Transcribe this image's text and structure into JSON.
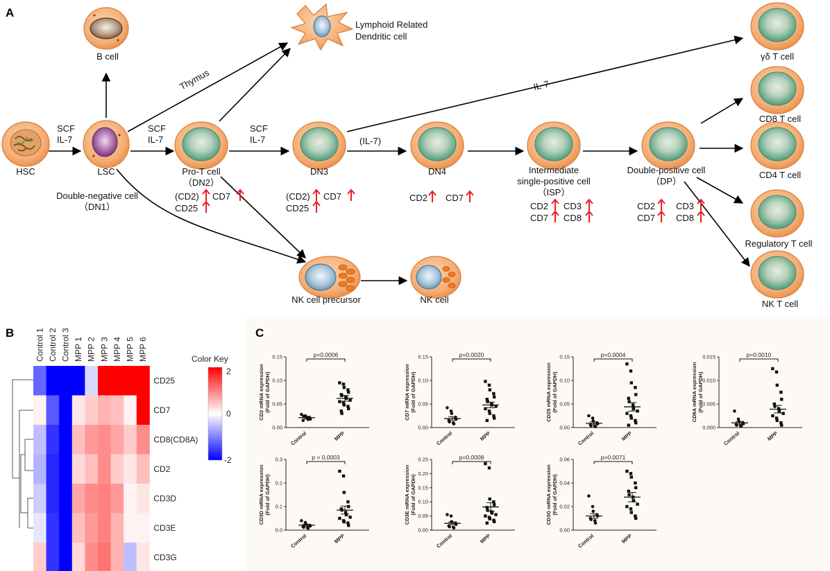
{
  "colors": {
    "cell_fill": "#f4b37e",
    "cell_edge": "#d77f3b",
    "nucleus_green": "#62a98a",
    "arrow_red": "#ee1c24",
    "heat_high": "#ff0000",
    "heat_mid": "#ffffff",
    "heat_low": "#0000ff"
  },
  "panel_labels": {
    "a": "A",
    "b": "B",
    "c": "C"
  },
  "diagram": {
    "cells": {
      "hsc": "HSC",
      "lsc": "LSC",
      "bcell": "B cell",
      "dendritic": [
        "Lymphoid Related",
        "Dendritic cell"
      ],
      "dn2": [
        "Pro-T cell",
        "（DN2）"
      ],
      "dn3": "DN3",
      "dn4": "DN4",
      "isp": [
        "Intermediate",
        "single-positive cell",
        "（ISP）"
      ],
      "dp": [
        "Double-positive cell",
        "（DP）"
      ],
      "gd": "γδ T cell",
      "cd8t": "CD8 T cell",
      "cd4t": "CD4 T cell",
      "treg": "Regulatory T cell",
      "nkt": "NK T cell",
      "nkp": "NK cell precursor",
      "nk": "NK cell",
      "dn1": [
        "Double-negative cell",
        "（DN1）"
      ]
    },
    "edge_labels": {
      "scf1": [
        "SCF",
        "IL-7"
      ],
      "scf2": [
        "SCF",
        "IL-7"
      ],
      "scf3": [
        "SCF",
        "IL-7"
      ],
      "il7paren": "(IL-7)",
      "thymus": "Thymus",
      "il7": "IL-7"
    },
    "markers": {
      "dn2": [
        [
          "(CD2)",
          "CD7"
        ],
        [
          "CD25"
        ]
      ],
      "dn3": [
        [
          "(CD2)",
          "CD7"
        ],
        [
          "CD25"
        ]
      ],
      "dn4": [
        [
          "CD2",
          "CD7"
        ]
      ],
      "isp": [
        [
          "CD2",
          "CD3"
        ],
        [
          "CD7",
          "CD8"
        ]
      ],
      "dp": [
        [
          "CD2",
          "CD3"
        ],
        [
          "CD7",
          "CD8"
        ]
      ]
    }
  },
  "heatmap": {
    "color_key_label": "Color Key",
    "scale_ticks": [
      "2",
      "0",
      "-2"
    ],
    "columns": [
      "Control 1",
      "Control 2",
      "Control 3",
      "MPP 1",
      "MPP 2",
      "MPP 3",
      "MPP 4",
      "MPP 5",
      "MPP 6"
    ],
    "rows": [
      "CD25",
      "CD7",
      "CD8(CD8A)",
      "CD2",
      "CD3D",
      "CD3E",
      "CD3G"
    ],
    "values": [
      [
        -1.2,
        -2.0,
        -2.0,
        -2.0,
        -0.3,
        2.0,
        2.0,
        2.0,
        2.0
      ],
      [
        0.1,
        -1.3,
        -2.0,
        0.2,
        0.4,
        0.6,
        0.5,
        0.1,
        2.0
      ],
      [
        -0.5,
        -1.6,
        -2.0,
        0.5,
        0.8,
        0.9,
        0.7,
        0.4,
        0.9
      ],
      [
        -0.6,
        -1.7,
        -2.0,
        0.3,
        0.5,
        0.9,
        0.4,
        0.2,
        0.5
      ],
      [
        -0.4,
        -1.7,
        -2.0,
        0.7,
        0.9,
        1.0,
        0.8,
        0.1,
        0.2
      ],
      [
        -0.2,
        -1.6,
        -2.0,
        0.5,
        0.8,
        1.0,
        0.6,
        0.1,
        0.1
      ],
      [
        0.4,
        -1.6,
        -2.0,
        0.3,
        0.9,
        1.1,
        0.6,
        -0.5,
        0.2
      ]
    ]
  },
  "chart_data": [
    {
      "type": "scatter",
      "ylabel": "CD2 mRNA expression\n(Fold of GAPDH)",
      "categories": [
        "Control",
        "MPP"
      ],
      "p_value": "p=0.0006",
      "ylim": [
        0,
        0.15
      ],
      "yticks": [
        "0.00",
        "0.05",
        "0.10",
        "0.15"
      ],
      "series": [
        {
          "values": [
            0.028,
            0.025,
            0.022,
            0.02,
            0.018,
            0.015,
            0.024,
            0.021,
            0.017
          ]
        },
        {
          "values": [
            0.095,
            0.092,
            0.085,
            0.08,
            0.075,
            0.07,
            0.068,
            0.065,
            0.062,
            0.058,
            0.055,
            0.052,
            0.048,
            0.045,
            0.04,
            0.035,
            0.03
          ]
        }
      ],
      "means": [
        0.021,
        0.062
      ],
      "sems": [
        0.003,
        0.006
      ]
    },
    {
      "type": "scatter",
      "ylabel": "CD7 mRNA expression\n(Fold of GAPDH)",
      "categories": [
        "Control",
        "MPP"
      ],
      "p_value": "p=0.0020",
      "ylim": [
        0,
        0.15
      ],
      "yticks": [
        "0.00",
        "0.05",
        "0.10",
        "0.15"
      ],
      "series": [
        {
          "values": [
            0.042,
            0.035,
            0.03,
            0.022,
            0.018,
            0.015,
            0.012,
            0.01,
            0.008
          ]
        },
        {
          "values": [
            0.098,
            0.09,
            0.08,
            0.072,
            0.065,
            0.06,
            0.055,
            0.05,
            0.048,
            0.045,
            0.04,
            0.035,
            0.03,
            0.025,
            0.02,
            0.015
          ]
        }
      ],
      "means": [
        0.019,
        0.048
      ],
      "sems": [
        0.004,
        0.006
      ]
    },
    {
      "type": "scatter",
      "ylabel": "CD25 mRNA expression\n(Fold of GAPDH)",
      "categories": [
        "Control",
        "MPP"
      ],
      "p_value": "p=0.0004",
      "ylim": [
        0,
        0.15
      ],
      "yticks": [
        "0.00",
        "0.05",
        "0.10",
        "0.15"
      ],
      "series": [
        {
          "values": [
            0.025,
            0.02,
            0.014,
            0.01,
            0.008,
            0.006,
            0.004,
            0.003,
            0.002
          ]
        },
        {
          "values": [
            0.135,
            0.12,
            0.095,
            0.085,
            0.07,
            0.062,
            0.055,
            0.048,
            0.04,
            0.035,
            0.03,
            0.025,
            0.02,
            0.015,
            0.01,
            0.005
          ]
        }
      ],
      "means": [
        0.009,
        0.044
      ],
      "sems": [
        0.003,
        0.009
      ]
    },
    {
      "type": "scatter",
      "ylabel": "CD8A mRNA expression\n(Fold of GAPDH)",
      "categories": [
        "Control",
        "MPP"
      ],
      "p_value": "p=0.0010",
      "ylim": [
        0,
        0.015
      ],
      "yticks": [
        "0.000",
        "0.005",
        "0.010",
        "0.015"
      ],
      "series": [
        {
          "values": [
            0.0035,
            0.0018,
            0.0013,
            0.001,
            0.0008,
            0.0006,
            0.0005,
            0.0004,
            0.0003
          ]
        },
        {
          "values": [
            0.0125,
            0.0118,
            0.009,
            0.0075,
            0.006,
            0.005,
            0.0045,
            0.004,
            0.0035,
            0.003,
            0.0025,
            0.002,
            0.0015,
            0.001,
            0.0005
          ]
        }
      ],
      "means": [
        0.001,
        0.0039
      ],
      "sems": [
        0.0003,
        0.0008
      ]
    },
    {
      "type": "scatter",
      "ylabel": "CD3D mRNA expression\n(Fold of GAPDH)",
      "categories": [
        "Control",
        "MPP"
      ],
      "p_value": "p = 0.0003",
      "ylim": [
        0,
        0.3
      ],
      "yticks": [
        "0.0",
        "0.1",
        "0.2",
        "0.3"
      ],
      "series": [
        {
          "values": [
            0.04,
            0.032,
            0.025,
            0.02,
            0.018,
            0.015,
            0.012,
            0.01,
            0.008
          ]
        },
        {
          "values": [
            0.25,
            0.23,
            0.16,
            0.12,
            0.1,
            0.09,
            0.085,
            0.075,
            0.065,
            0.055,
            0.05,
            0.04,
            0.035,
            0.03,
            0.02
          ]
        }
      ],
      "means": [
        0.021,
        0.085
      ],
      "sems": [
        0.004,
        0.017
      ]
    },
    {
      "type": "scatter",
      "ylabel": "CD3E mRNA expression\n(Fold of GAPDH)",
      "categories": [
        "Control",
        "MPP"
      ],
      "p_value": "p=0.0008",
      "ylim": [
        0,
        0.25
      ],
      "yticks": [
        "0.00",
        "0.05",
        "0.10",
        "0.15",
        "0.20",
        "0.25"
      ],
      "series": [
        {
          "values": [
            0.055,
            0.05,
            0.03,
            0.025,
            0.02,
            0.015,
            0.012,
            0.01,
            0.008
          ]
        },
        {
          "values": [
            0.235,
            0.22,
            0.11,
            0.1,
            0.09,
            0.08,
            0.07,
            0.065,
            0.06,
            0.055,
            0.05,
            0.045,
            0.04,
            0.035,
            0.03,
            0.025
          ]
        }
      ],
      "means": [
        0.024,
        0.082
      ],
      "sems": [
        0.005,
        0.015
      ]
    },
    {
      "type": "scatter",
      "ylabel": "CD3G mRNA expression\n(Fold of GAPDH)",
      "categories": [
        "Control",
        "MPP"
      ],
      "p_value": "p=0.0071",
      "ylim": [
        0,
        0.06
      ],
      "yticks": [
        "0.00",
        "0.02",
        "0.04",
        "0.06"
      ],
      "series": [
        {
          "values": [
            0.029,
            0.02,
            0.016,
            0.013,
            0.012,
            0.01,
            0.009,
            0.008,
            0.006
          ]
        },
        {
          "values": [
            0.05,
            0.048,
            0.045,
            0.04,
            0.036,
            0.033,
            0.03,
            0.028,
            0.025,
            0.022,
            0.02,
            0.018,
            0.015,
            0.012,
            0.01
          ]
        }
      ],
      "means": [
        0.012,
        0.028
      ],
      "sems": [
        0.002,
        0.004
      ]
    }
  ]
}
